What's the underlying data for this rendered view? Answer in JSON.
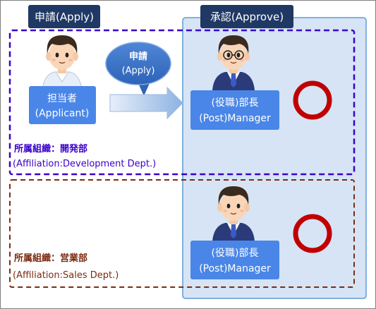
{
  "headers": {
    "apply": "申請(Apply)",
    "approve": "承認(Approve)"
  },
  "bubble": {
    "line1": "申請",
    "line2": "(Apply)"
  },
  "applicant": {
    "line1": "担当者",
    "line2": "(Applicant)"
  },
  "manager_top": {
    "line1": "(役職)部長",
    "line2": "(Post)Manager"
  },
  "manager_bottom": {
    "line1": "(役職)部長",
    "line2": "(Post)Manager"
  },
  "dev_org": {
    "label": "所属組織：開発部",
    "sub": "(Affiliation:Development Dept.)"
  },
  "sales_org": {
    "label": "所属組織：営業部",
    "sub": "(Affiliation:Sales Dept.)"
  },
  "colors": {
    "header_bg": "#1F3864",
    "approve_panel": "#D6E4F5",
    "approve_border": "#5B9BD5",
    "role_box": "#4A86E8",
    "dev_dash": "#3A00C8",
    "sales_dash": "#7B2C12",
    "circle": "#C00000"
  }
}
